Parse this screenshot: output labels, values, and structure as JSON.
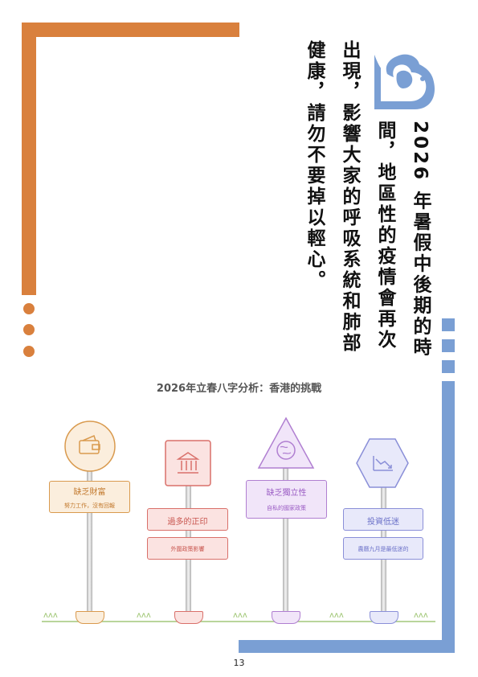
{
  "text_columns": [
    "2026 年暑假中後期的時",
    "間，地區性的疫情會再次",
    "出現，影響大家的呼吸系統和肺部",
    "健康，請勿不要掉以輕心。"
  ],
  "infographic": {
    "title": "2026年立春八字分析：香港的挑戰",
    "signs": [
      {
        "icon": "wallet-icon",
        "title": "缺乏財富",
        "subtitle": "努力工作，沒有回報",
        "color": "#d99a4e",
        "fill": "#fbeedd"
      },
      {
        "icon": "bank-icon",
        "title": "過多的正印",
        "subtitle": "外圍政策影響",
        "color": "#d9706a",
        "fill": "#fbe3e1"
      },
      {
        "icon": "globe-icon",
        "title": "缺乏獨立性",
        "subtitle": "自私的國家政策",
        "color": "#b07fd1",
        "fill": "#f1e5f9"
      },
      {
        "icon": "chart-down-icon",
        "title": "投資低迷",
        "subtitle": "農曆九月是最低迷的",
        "color": "#8a8fd8",
        "fill": "#e8e9fa"
      }
    ]
  },
  "page_number": "13",
  "colors": {
    "orange": "#d9803d",
    "blue": "#7a9fd4"
  }
}
